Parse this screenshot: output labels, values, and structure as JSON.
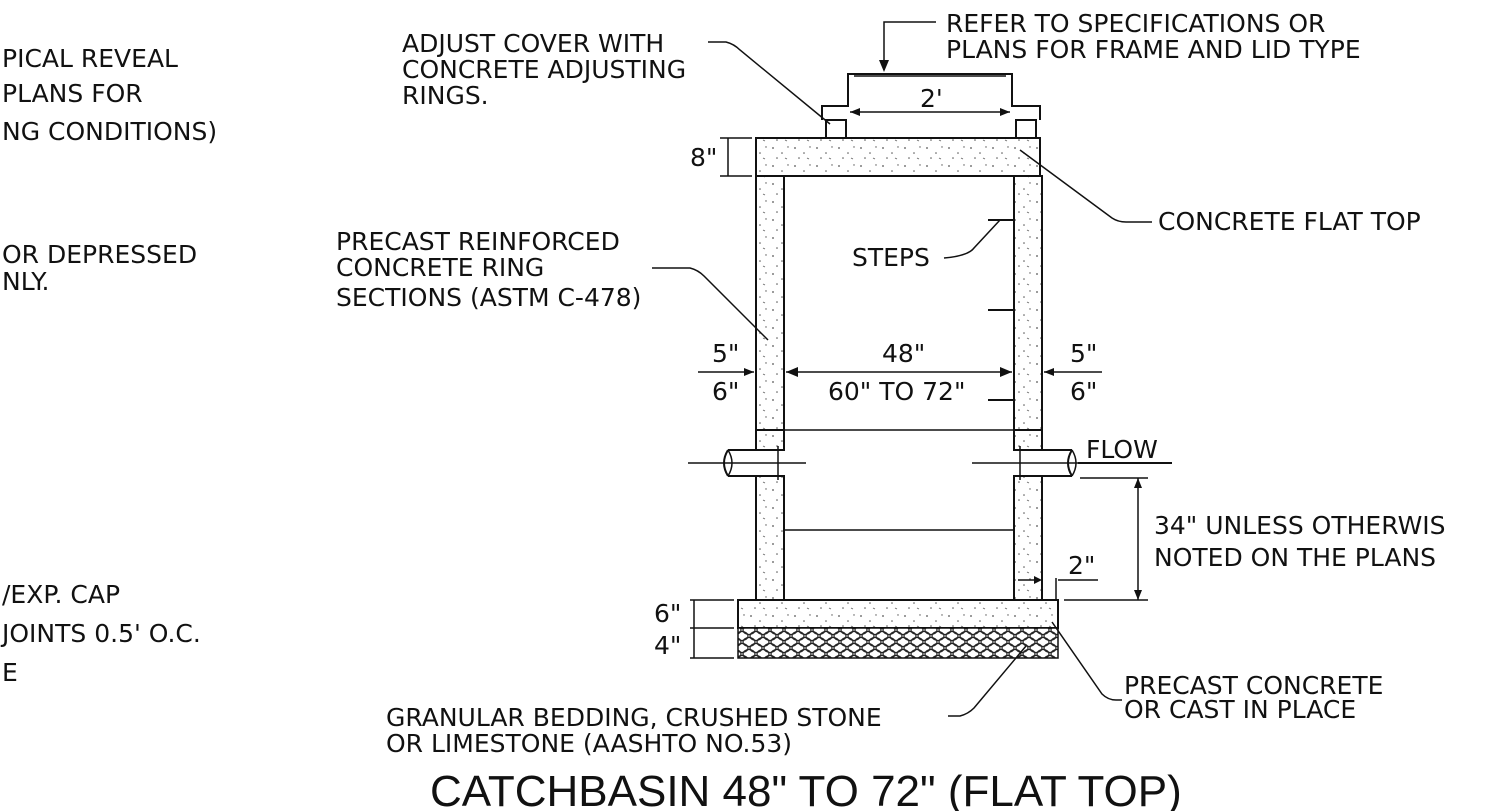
{
  "left_notes": {
    "line1": "PICAL REVEAL",
    "line2": "PLANS FOR",
    "line3": "NG CONDITIONS)",
    "line4": "OR DEPRESSED",
    "line5": "NLY.",
    "line6": "/EXP. CAP",
    "line7": "JOINTS 0.5' O.C.",
    "line8": "E"
  },
  "callouts": {
    "adjust_cover": [
      "ADJUST COVER WITH",
      "CONCRETE ADJUSTING",
      "RINGS."
    ],
    "refer_specs": [
      "REFER TO SPECIFICATIONS OR",
      "PLANS FOR FRAME AND LID TYPE"
    ],
    "concrete_flat_top": "CONCRETE FLAT TOP",
    "precast_ring": [
      "PRECAST REINFORCED",
      "CONCRETE RING",
      "SECTIONS (ASTM C-478)"
    ],
    "steps": "STEPS",
    "flow": "FLOW",
    "unless_noted": [
      "34\" UNLESS OTHERWIS",
      "NOTED ON THE PLANS"
    ],
    "precast_base": [
      "PRECAST CONCRETE",
      "OR CAST IN PLACE"
    ],
    "bedding": [
      "GRANULAR BEDDING, CRUSHED STONE",
      "OR LIMESTONE (AASHTO NO.53)"
    ]
  },
  "dimensions": {
    "frame_width": "2'",
    "top_thickness": "8\"",
    "inner_dia_top": "48\"",
    "inner_dia_bottom": "60\" TO 72\"",
    "wall_left_top": "5\"",
    "wall_left_bottom": "6\"",
    "wall_right_top": "5\"",
    "wall_right_bottom": "6\"",
    "base_thickness": "6\"",
    "bedding_thickness": "4\"",
    "base_projection": "2\""
  },
  "title": "CATCHBASIN 48\" TO 72\" (FLAT TOP)"
}
